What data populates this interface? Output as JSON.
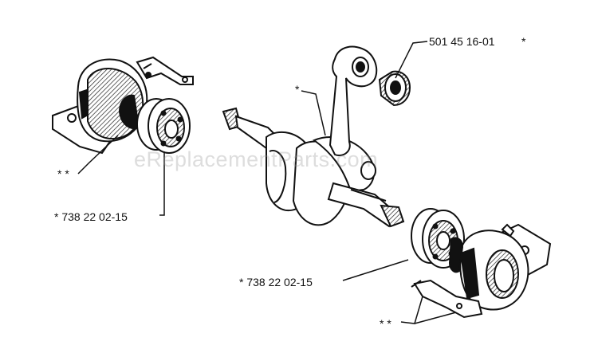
{
  "labels": {
    "top_part_number": "501 45 16-01",
    "top_asterisk": "*",
    "conrod_asterisk": "*",
    "left_double_asterisk": "* *",
    "left_bearing": "*  738 22 02-15",
    "right_bearing": "*  738 22 02-15",
    "right_double_asterisk": "* *"
  },
  "watermark": "eReplacementParts.com"
}
